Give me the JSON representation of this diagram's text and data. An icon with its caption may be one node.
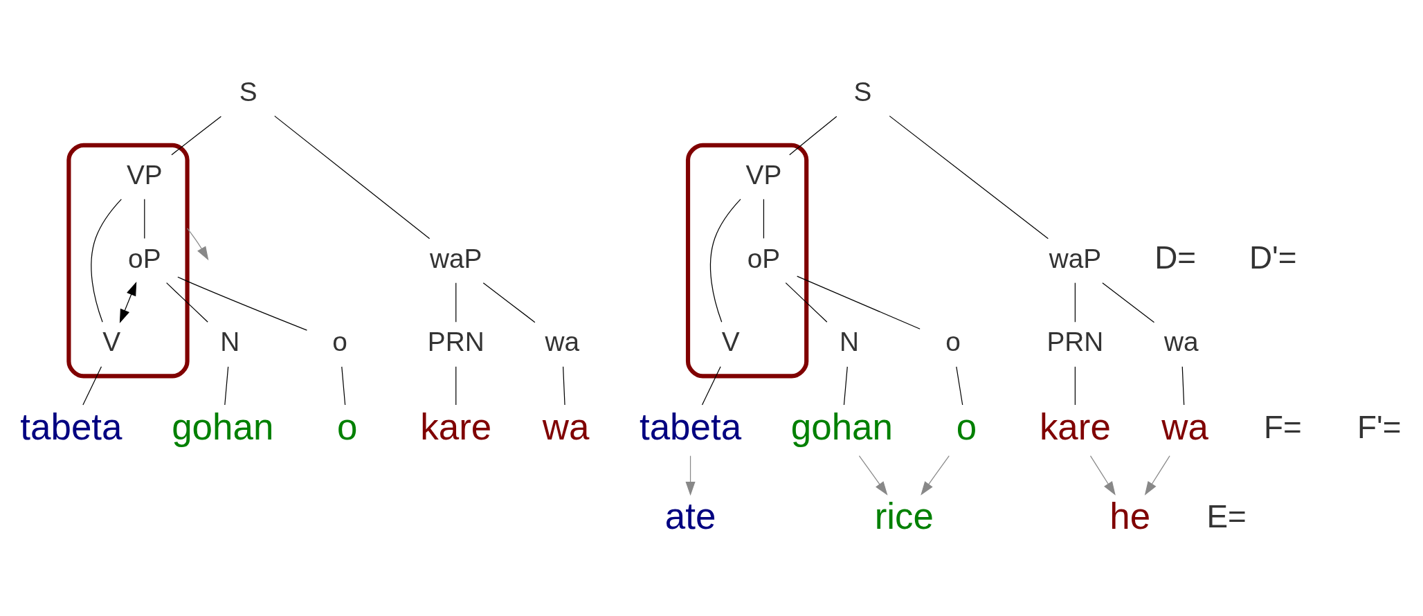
{
  "diagram": {
    "nodes": [
      {
        "text": [
          "S"
        ]
      },
      {
        "text": [],
        "shape": "loop"
      },
      {
        "text": [
          "waP"
        ]
      },
      {
        "text": [
          "VP"
        ],
        "in": 1
      },
      {
        "text": [
          "oP"
        ],
        "in": 1
      },
      {
        "text": [
          "PRN"
        ]
      },
      {
        "text": [
          "wa"
        ]
      },
      {
        "text": [
          "N"
        ]
      },
      {
        "text": [
          "o"
        ]
      },
      {
        "text": [
          "V"
        ],
        "in": 1
      },
      {
        "text": [
          "kare"
        ]
      },
      {
        "text": [
          "wa"
        ]
      },
      {
        "text": [
          "gohan"
        ]
      },
      {
        "text": [
          "o"
        ]
      },
      {
        "text": [
          "tabeta"
        ]
      },
      {
        "text": [
          "S"
        ]
      },
      {
        "text": [],
        "shape": "loop"
      },
      {
        "text": [
          "VP"
        ],
        "in": 16
      },
      {
        "text": [
          "waP"
        ]
      },
      {
        "text": [
          "oP"
        ],
        "in": 16
      },
      {
        "text": [
          "PRN"
        ]
      },
      {
        "text": [
          "wa"
        ]
      },
      {
        "text": [
          "V"
        ],
        "in": 16
      },
      {
        "text": [
          "N"
        ]
      },
      {
        "text": [
          "o"
        ]
      },
      {
        "text": [
          "kare"
        ]
      },
      {
        "text": [
          "wa"
        ]
      },
      {
        "text": [
          "tabeta"
        ]
      },
      {
        "text": [
          "gohan"
        ]
      },
      {
        "text": [
          "o"
        ]
      },
      {
        "text": [
          "he"
        ]
      },
      {
        "text": [
          "ate"
        ]
      },
      {
        "text": [
          "rice"
        ]
      }
    ],
    "edges": [
      {
        "from": 0,
        "to": 2,
        "arrow": "none"
      },
      {
        "from": 0,
        "to": 3,
        "arrow": "none"
      },
      {
        "from": 2,
        "to": 5,
        "arrow": "none"
      },
      {
        "from": 2,
        "to": 6,
        "arrow": "none"
      },
      {
        "from": 3,
        "to": 4,
        "arrow": "none"
      },
      {
        "from": 3,
        "to": 9,
        "arrow": "none"
      },
      {
        "from": 4,
        "to": 7,
        "arrow": "none"
      },
      {
        "from": 4,
        "to": 8,
        "arrow": "none"
      },
      {
        "from": 5,
        "to": 10,
        "arrow": "none"
      },
      {
        "from": 6,
        "to": 11,
        "arrow": "none"
      },
      {
        "from": 7,
        "to": 12,
        "arrow": "none"
      },
      {
        "from": 8,
        "to": 13,
        "arrow": "none"
      },
      {
        "from": 9,
        "to": 14,
        "arrow": "none"
      },
      {
        "from": 4,
        "to": 9,
        "arrow": "both"
      },
      {
        "from": 1,
        "to": null,
        "arrow": "to",
        "color": "#888888"
      },
      {
        "from": 15,
        "to": 18,
        "arrow": "none"
      },
      {
        "from": 15,
        "to": 17,
        "arrow": "none"
      },
      {
        "from": 18,
        "to": 20,
        "arrow": "none"
      },
      {
        "from": 18,
        "to": 21,
        "arrow": "none"
      },
      {
        "from": 17,
        "to": 22,
        "arrow": "none"
      },
      {
        "from": 17,
        "to": 19,
        "arrow": "none"
      },
      {
        "from": 19,
        "to": 23,
        "arrow": "none"
      },
      {
        "from": 19,
        "to": 24,
        "arrow": "none"
      },
      {
        "from": 20,
        "to": 25,
        "arrow": "none"
      },
      {
        "from": 21,
        "to": 26,
        "arrow": "none"
      },
      {
        "from": 22,
        "to": 27,
        "arrow": "none"
      },
      {
        "from": 23,
        "to": 28,
        "arrow": "none"
      },
      {
        "from": 24,
        "to": 29,
        "arrow": "none"
      },
      {
        "from": 25,
        "to": 30,
        "arrow": "to",
        "color": "#888888"
      },
      {
        "from": 26,
        "to": 30,
        "arrow": "to",
        "color": "#888888"
      },
      {
        "from": 27,
        "to": 31,
        "arrow": "to",
        "color": "#888888"
      },
      {
        "from": 28,
        "to": 32,
        "arrow": "to",
        "color": "#888888"
      },
      {
        "from": 29,
        "to": 32,
        "arrow": "to",
        "color": "#888888"
      }
    ],
    "labels": [
      "D=",
      "F=",
      "D'=",
      "F'=",
      "E="
    ]
  }
}
